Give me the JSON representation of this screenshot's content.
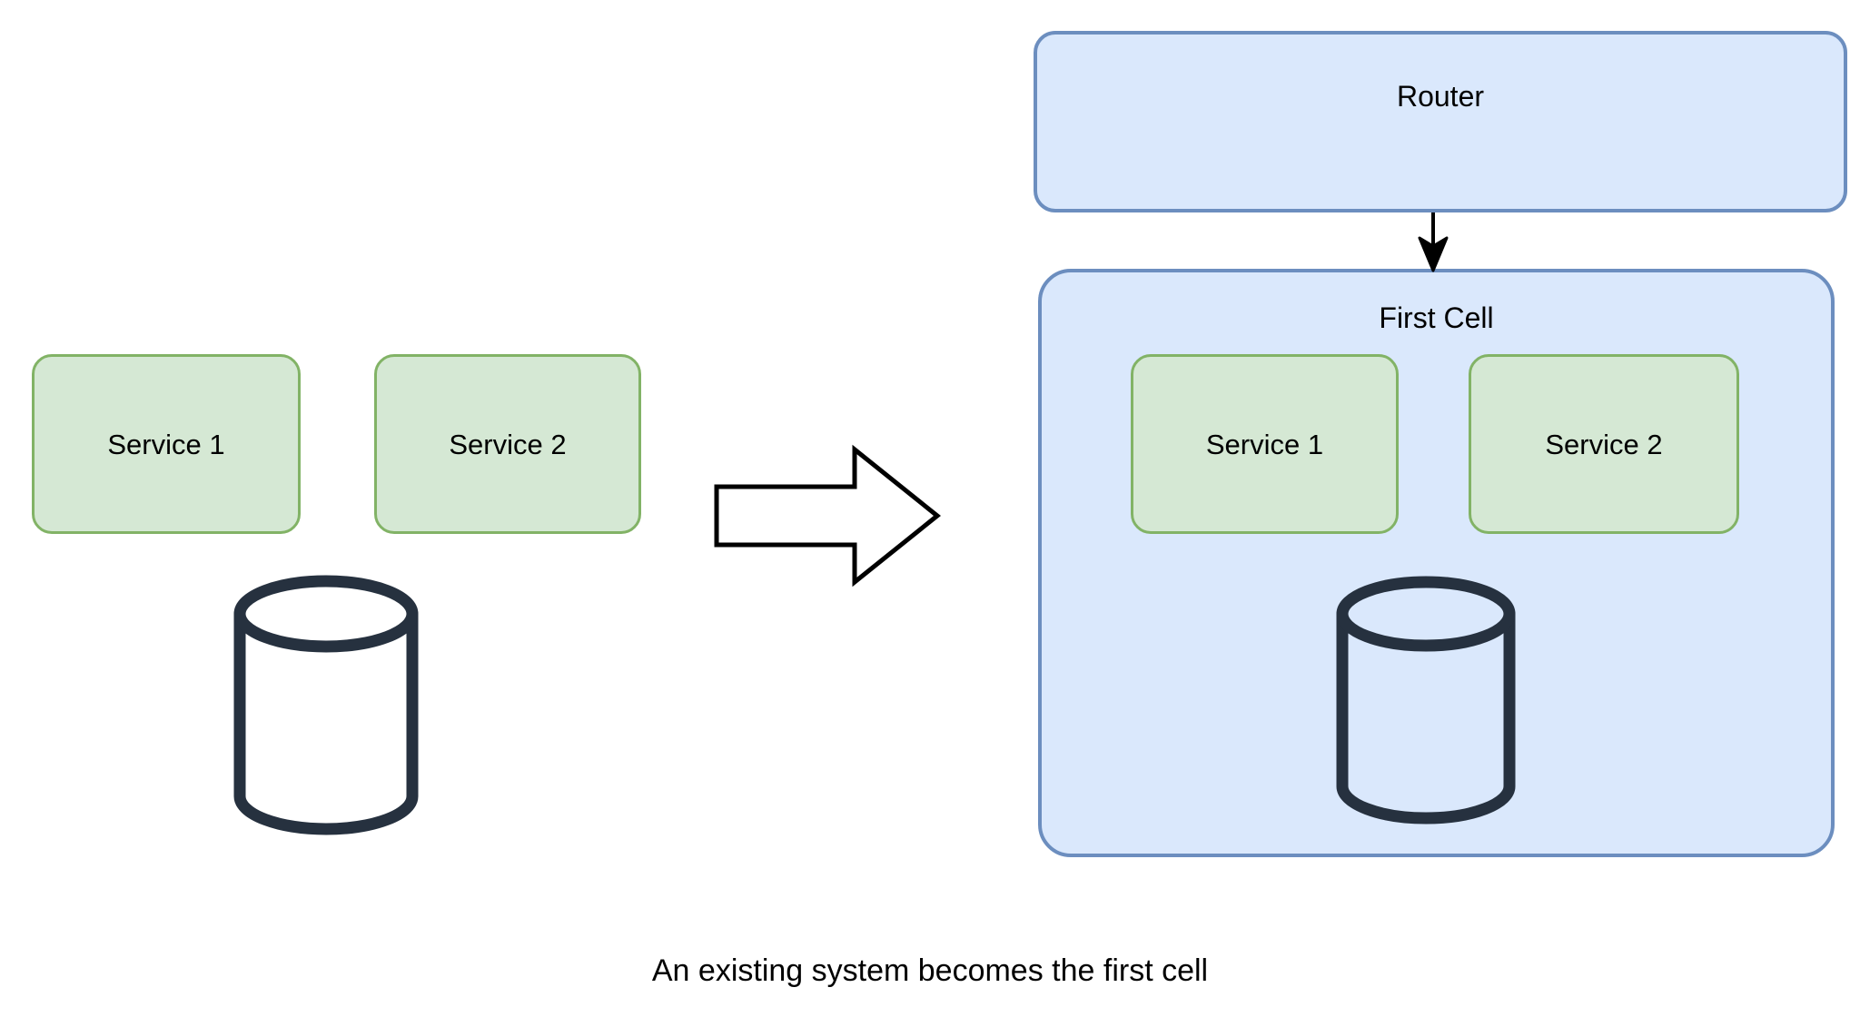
{
  "diagram": {
    "title_caption": "An existing system becomes the first cell",
    "background_color": "#ffffff",
    "colors": {
      "service_fill": "#d5e8d4",
      "service_stroke": "#82b366",
      "cell_fill": "#dae8fc",
      "cell_stroke": "#6c8ebf",
      "database_stroke": "#26313f",
      "database_fill": "#ffffff",
      "arrow_stroke": "#000000",
      "text": "#000000"
    },
    "left_panel": {
      "name": "existing-system",
      "services": [
        {
          "label": "Service 1"
        },
        {
          "label": "Service 2"
        }
      ],
      "database": {
        "icon": "database-cylinder-icon",
        "fill": "#ffffff"
      }
    },
    "transform_arrow": {
      "icon": "block-arrow-right-icon",
      "direction": "right"
    },
    "right_panel": {
      "name": "cell-based-system",
      "router": {
        "label": "Router"
      },
      "connector": {
        "icon": "arrow-down-icon",
        "from": "Router",
        "to": "First Cell"
      },
      "cell": {
        "label": "First Cell",
        "services": [
          {
            "label": "Service 1"
          },
          {
            "label": "Service 2"
          }
        ],
        "database": {
          "icon": "database-cylinder-icon",
          "fill": "#dae8fc"
        }
      }
    }
  }
}
